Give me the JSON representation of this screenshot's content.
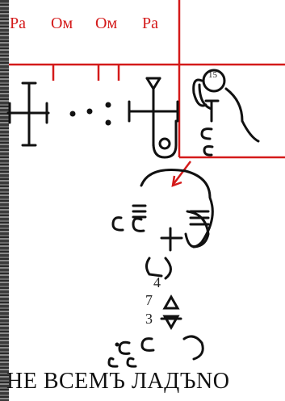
{
  "top_labels": [
    "Ра",
    "Ом",
    "Ом",
    "Ра"
  ],
  "numbers": {
    "small_badge": "15",
    "n4": "4",
    "n7": "7",
    "n3": "3"
  },
  "caption": "НЕ ВСЕМЪ ЛАДЪNO",
  "colors": {
    "accent": "#d41a1a",
    "ink": "#111111"
  }
}
